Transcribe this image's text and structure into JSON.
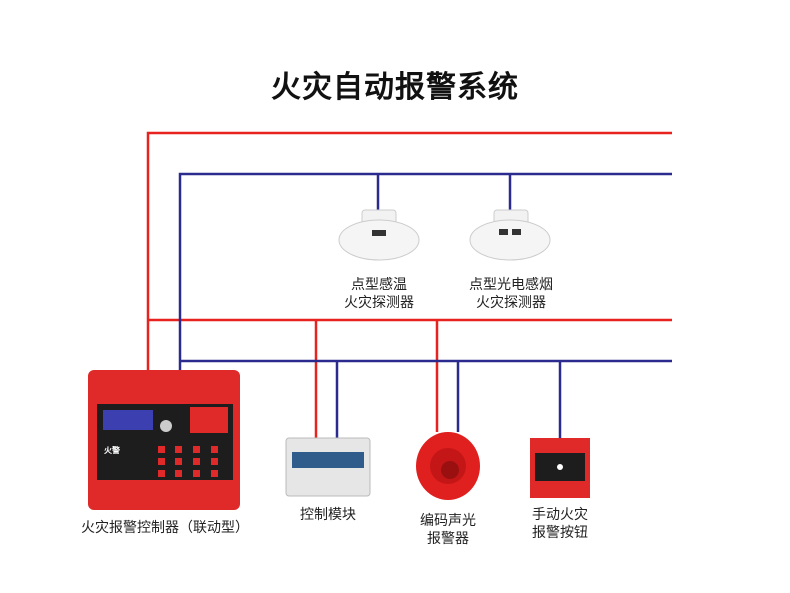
{
  "title": "火灾自动报警系统",
  "colors": {
    "power_line": "#e8231f",
    "signal_line": "#2b2a8f",
    "device_red": "#e02a2a"
  },
  "devices": {
    "heat_detector": {
      "label_line1": "点型感温",
      "label_line2": "火灾探测器",
      "icon": "heat-detector-icon"
    },
    "smoke_detector": {
      "label_line1": "点型光电感烟",
      "label_line2": "火灾探测器",
      "icon": "smoke-detector-icon"
    },
    "controller": {
      "label": "火灾报警控制器（联动型）",
      "icon": "fire-alarm-controller-icon",
      "panel_text": "火警"
    },
    "control_module": {
      "label": "控制模块",
      "icon": "control-module-icon"
    },
    "sounder_strobe": {
      "label_line1": "编码声光",
      "label_line2": "报警器",
      "icon": "sounder-strobe-icon"
    },
    "manual_call_point": {
      "label_line1": "手动火灾",
      "label_line2": "报警按钮",
      "icon": "manual-call-point-icon"
    }
  }
}
